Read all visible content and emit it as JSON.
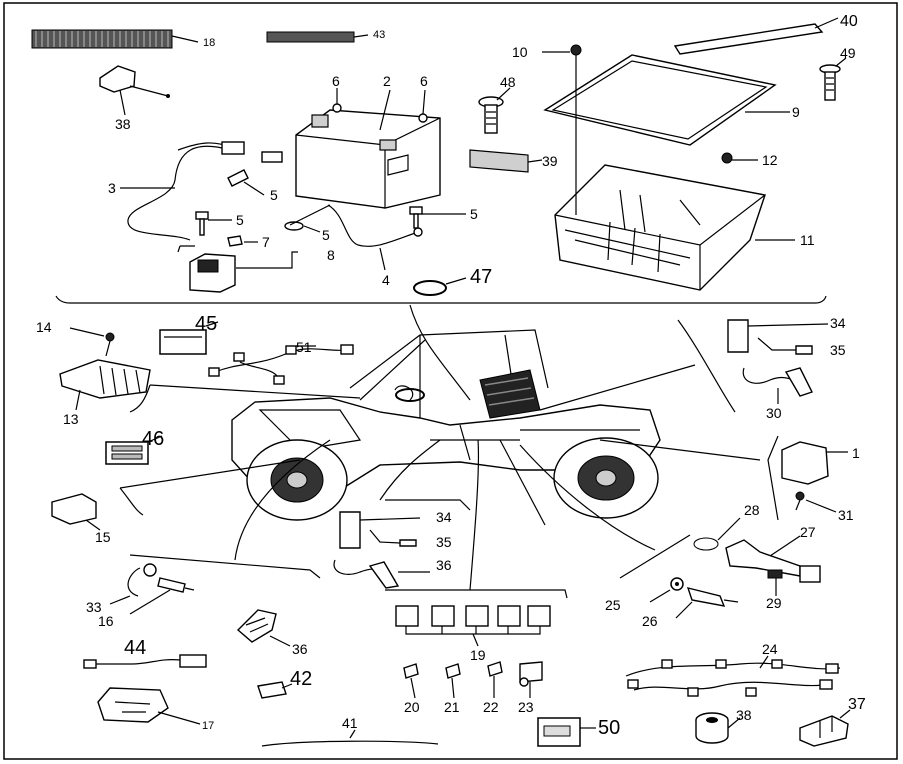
{
  "diagram": {
    "part_numbers": {
      "p1": "1",
      "p2": "2",
      "p3": "3",
      "p4": "4",
      "p5a": "5",
      "p5b": "5",
      "p5c": "5",
      "p5d": "5",
      "p6a": "6",
      "p6b": "6",
      "p7": "7",
      "p8": "8",
      "p9": "9",
      "p10": "10",
      "p11": "11",
      "p12": "12",
      "p13": "13",
      "p14": "14",
      "p15": "15",
      "p16": "16",
      "p17": "17",
      "p18": "18",
      "p19": "19",
      "p20": "20",
      "p21": "21",
      "p22": "22",
      "p23": "23",
      "p24": "24",
      "p25": "25",
      "p26": "26",
      "p27": "27",
      "p28": "28",
      "p29": "29",
      "p30": "30",
      "p31": "31",
      "p33": "33",
      "p34a": "34",
      "p34b": "34",
      "p35a": "35",
      "p35b": "35",
      "p36a": "36",
      "p36b": "36",
      "p37": "37",
      "p38a": "38",
      "p38b": "38",
      "p39": "39",
      "p40": "40",
      "p41": "41",
      "p42": "42",
      "p43": "43",
      "p44": "44",
      "p45": "45",
      "p46": "46",
      "p47": "47",
      "p48": "48",
      "p49": "49",
      "p50": "50",
      "p51": "51"
    }
  }
}
